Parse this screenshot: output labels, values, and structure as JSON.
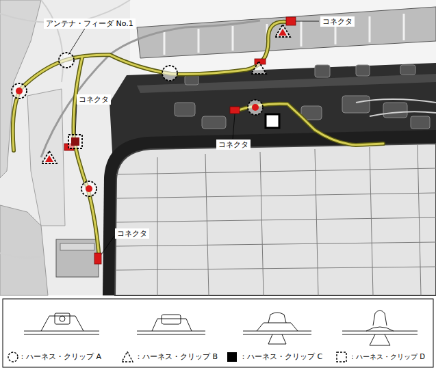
{
  "diagram": {
    "labels": [
      "アンテナ・フィーダ No.1",
      "コネクタ",
      "コネクタ",
      "コネクタ",
      "コネクタ"
    ],
    "legend": [
      {
        "text": "：ハーネス・クリップ A"
      },
      {
        "text": "：ハーネス・クリップ B"
      },
      {
        "text": "：ハーネス・クリップ C"
      },
      {
        "text": "：ハーネス・クリップ D"
      }
    ]
  }
}
